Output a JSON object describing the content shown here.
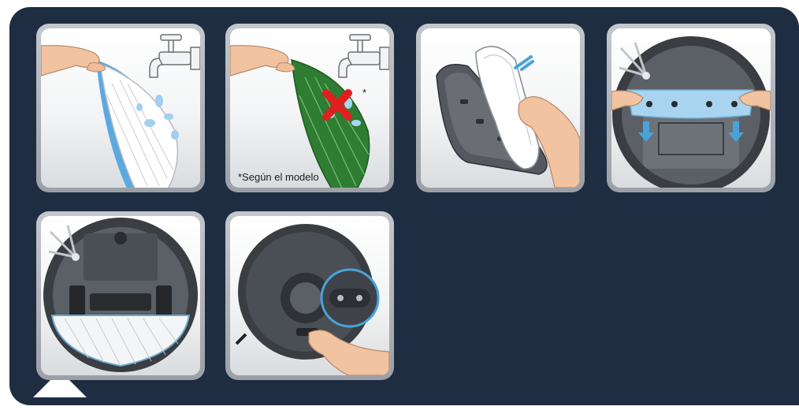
{
  "cards": [
    {
      "name": "step-rinse-mop-pad"
    },
    {
      "name": "step-do-not-rinse-disposable-pad",
      "footnote": "*Según el modelo",
      "marker": "*"
    },
    {
      "name": "step-attach-pad-to-mount"
    },
    {
      "name": "step-insert-mop-plate"
    },
    {
      "name": "step-mop-installed-underside"
    },
    {
      "name": "step-press-button-top"
    }
  ],
  "colors": {
    "panel": "#1e2d42",
    "pad_blue": "#5aa9e0",
    "pad_green": "#2e7d32",
    "cross_red": "#e02020",
    "plate_blue": "#a8d4ef",
    "highlight": "#4aa3d8",
    "robot_dark": "#3a3d42"
  }
}
